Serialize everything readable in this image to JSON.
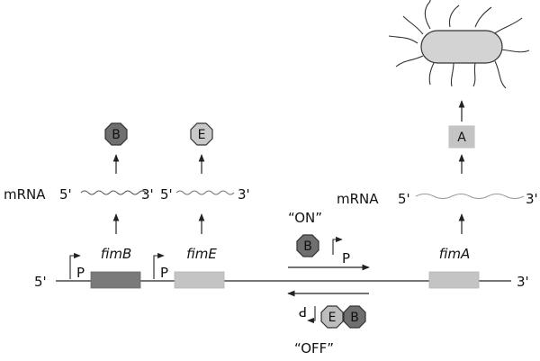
{
  "colors": {
    "stroke": "#333333",
    "dark_gene": "#7a7a7a",
    "light_gene": "#c4c4c4",
    "protein_dark": "#6f6f6f",
    "protein_light": "#c9c9c9",
    "protein_med": "#bdbdbd",
    "bacterium_fill": "#d3d3d3"
  },
  "dna": {
    "five_prime": "5'",
    "three_prime": "3'",
    "promoter_label": "P"
  },
  "genes": [
    {
      "label": "fimB",
      "color": "dark"
    },
    {
      "label": "fimE",
      "color": "light"
    },
    {
      "label": "fimA",
      "color": "light"
    }
  ],
  "mrna": {
    "label_left": "mRNA",
    "label_right": "mRNA",
    "b_five": "5'",
    "b_three": "3'",
    "e_five": "5'",
    "e_three": "3'",
    "a_five": "5'",
    "a_three": "3'"
  },
  "proteins": {
    "b": "B",
    "e": "E",
    "a": "A"
  },
  "switch": {
    "on_label": "“ON”",
    "off_label": "“OFF”",
    "on_protein": "B",
    "on_promoter": "P",
    "off_protein_e": "E",
    "off_protein_b": "B",
    "off_promoter": "P"
  },
  "icons": {
    "promoter": "promoter-arrow-icon",
    "protein": "octagon-protein-icon",
    "bacterium": "fimbriated-bacterium-icon"
  }
}
